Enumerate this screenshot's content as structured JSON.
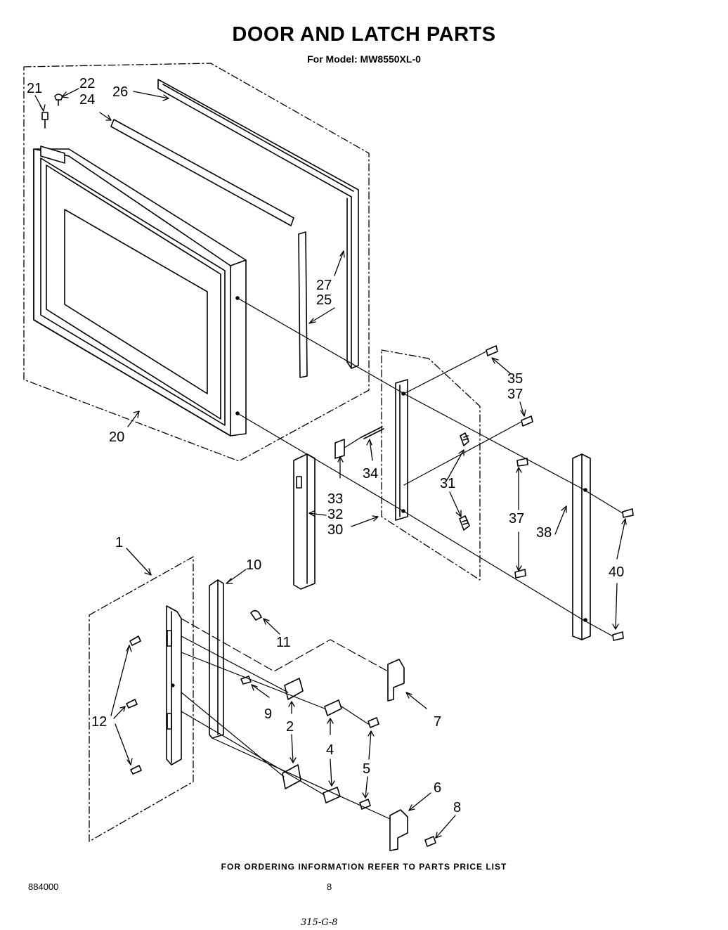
{
  "title": "DOOR AND LATCH PARTS",
  "subtitle": "For Model: MW8550XL-0",
  "footer": "FOR ORDERING INFORMATION REFER TO PARTS PRICE LIST",
  "doc_number": "884000",
  "page_number": "8",
  "handwritten_note": "315-G-8",
  "callouts": {
    "c21": "21",
    "c22": "22",
    "c24": "24",
    "c26": "26",
    "c27": "27",
    "c25": "25",
    "c20": "20",
    "c35": "35",
    "c37a": "37",
    "c34": "34",
    "c31": "31",
    "c33": "33",
    "c32": "32",
    "c30": "30",
    "c37b": "37",
    "c38": "38",
    "c40": "40",
    "c1": "1",
    "c10": "10",
    "c11": "11",
    "c12": "12",
    "c9": "9",
    "c2": "2",
    "c7": "7",
    "c4": "4",
    "c5": "5",
    "c6": "6",
    "c8": "8"
  }
}
